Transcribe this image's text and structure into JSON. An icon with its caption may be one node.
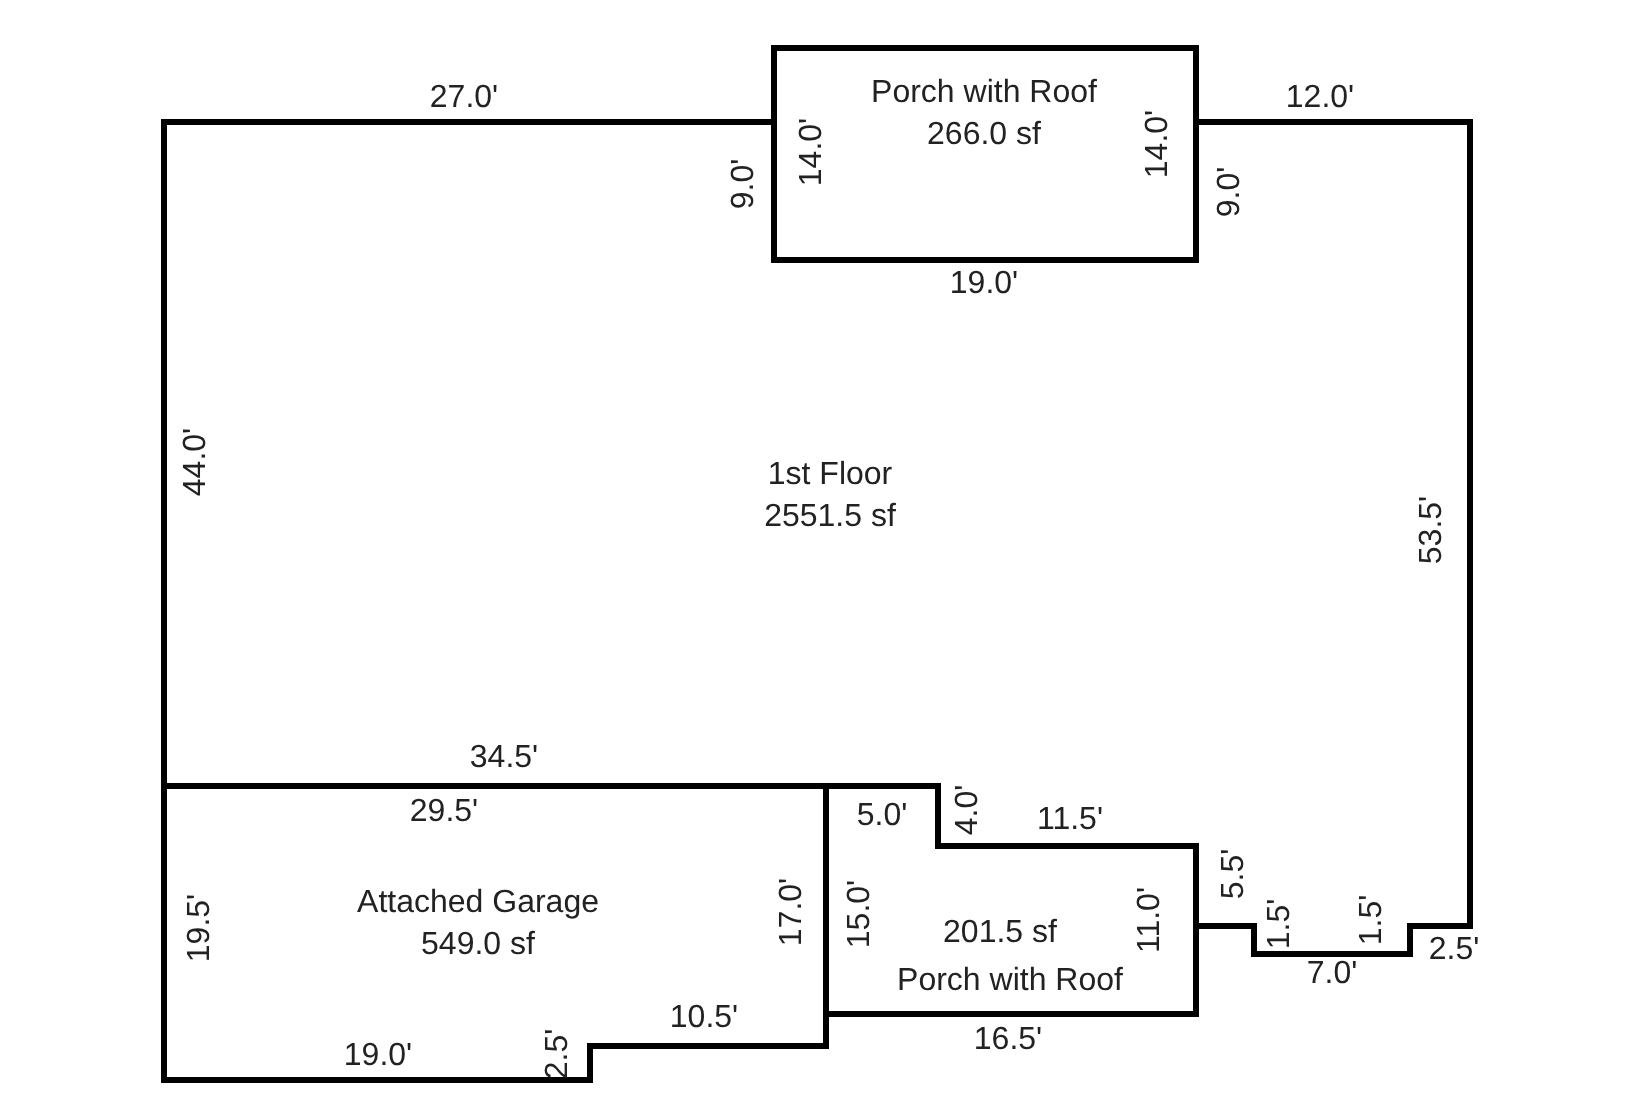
{
  "diagram": {
    "nodes": [
      {
        "text": [
          "Porch with Roof",
          "266.0 sf"
        ]
      },
      {
        "text": [
          "1st Floor",
          "2551.5 sf"
        ]
      },
      {
        "text": [
          "Attached Garage",
          "549.0 sf"
        ]
      },
      {
        "text": [
          "201.5 sf",
          "Porch with Roof"
        ]
      }
    ],
    "edges": [],
    "labels": [
      "27.0'",
      "12.0'",
      "14.0'",
      "14.0'",
      "9.0'",
      "9.0'",
      "19.0'",
      "44.0'",
      "53.5'",
      "34.5'",
      "29.5'",
      "4.0'",
      "5.0'",
      "11.5'",
      "5.5'",
      "19.5'",
      "17.0'",
      "15.0'",
      "11.0'",
      "1.5'",
      "1.5'",
      "2.5'",
      "10.5'",
      "7.0'",
      "19.0'",
      "2.5'",
      "16.5'"
    ]
  }
}
